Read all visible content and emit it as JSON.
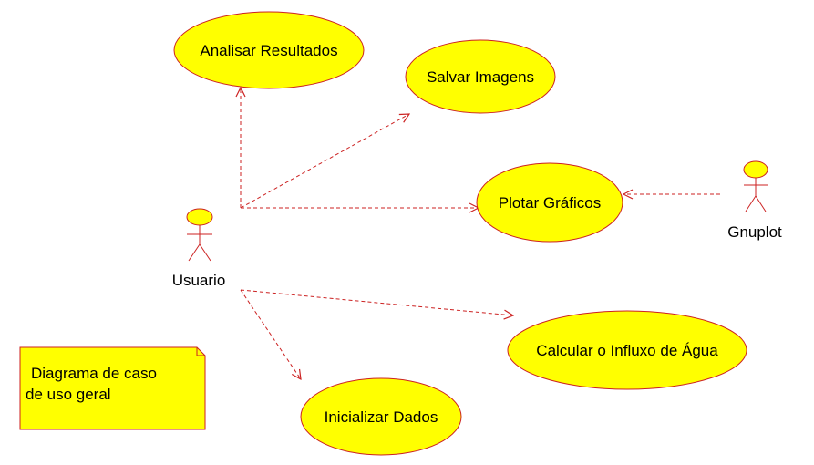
{
  "diagram": {
    "use_cases": [
      {
        "id": "analisar",
        "label": "Analisar Resultados"
      },
      {
        "id": "salvar",
        "label": "Salvar Imagens"
      },
      {
        "id": "plotar",
        "label": "Plotar Gráficos"
      },
      {
        "id": "calcular",
        "label": "Calcular o Influxo de Água"
      },
      {
        "id": "inicializar",
        "label": "Inicializar Dados"
      }
    ],
    "actors": [
      {
        "id": "usuario",
        "label": "Usuario"
      },
      {
        "id": "gnuplot",
        "label": "Gnuplot"
      }
    ],
    "note": {
      "line1": "Diagrama de caso",
      "line2": "de uso geral"
    },
    "colors": {
      "use_case_fill": "#ffff00",
      "stroke": "#cc2222",
      "note_fill": "#ffff00",
      "text": "#000000"
    }
  }
}
